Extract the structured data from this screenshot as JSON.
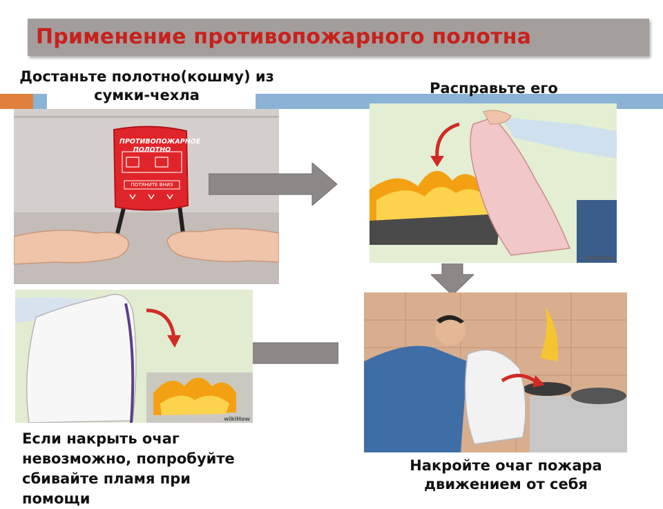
{
  "title": "Применение противопожарного полотна",
  "steps": {
    "step1": "Достаньте полотно(кошму) из сумки-чехла",
    "step2": "Расправьте его",
    "step3": "Если накрыть очаг невозможно, попробуйте сбивайте пламя при помощи",
    "step4": "Накройте очаг пожара движением от себя"
  },
  "bag": {
    "title_line1": "ПРОТИВОПОЖАРНОЕ",
    "title_line2": "ПОЛОТНО",
    "pull_label": "ПОТЯНИТЕ ВНИЗ"
  },
  "watermark": "wikiHow",
  "colors": {
    "title_text": "#c8211c",
    "title_bar": "#a39e9c",
    "arrow": "#8c8887",
    "bag": "#e0252a",
    "band_blue": "#8bb3d6",
    "band_orange": "#e0803c"
  }
}
